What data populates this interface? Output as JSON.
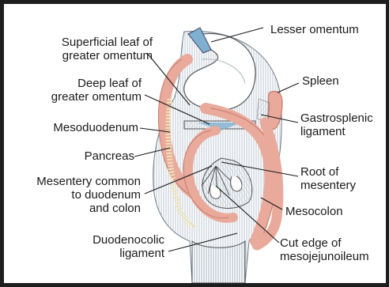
{
  "colors": {
    "frame": "#1e1e1e",
    "background": "#ffffff",
    "tissue": "#e9a99b",
    "tissue_dark": "#c77a6d",
    "hatch": "#7a8a9a",
    "pancreas": "#efe4b8",
    "duct": "#7fb0d0",
    "ink": "#1a1a1a"
  },
  "labels": {
    "lesser_omentum": [
      "Lesser omentum"
    ],
    "superficial_leaf": [
      "Superficial leaf of",
      "greater omentum"
    ],
    "deep_leaf": [
      "Deep leaf of",
      "greater omentum"
    ],
    "spleen": [
      "Spleen"
    ],
    "gastrosplenic": [
      "Gastrosplenic",
      "ligament"
    ],
    "mesoduodenum": [
      "Mesoduodenum"
    ],
    "pancreas": [
      "Pancreas"
    ],
    "root_mesentery": [
      "Root of",
      "mesentery"
    ],
    "mesentery_common": [
      "Mesentery common",
      "to duodenum",
      "and colon"
    ],
    "mesocolon": [
      "Mesocolon"
    ],
    "duodenocolic": [
      "Duodenocolic",
      "ligament"
    ],
    "cut_edge": [
      "Cut edge of",
      "mesojejunoileum"
    ]
  }
}
